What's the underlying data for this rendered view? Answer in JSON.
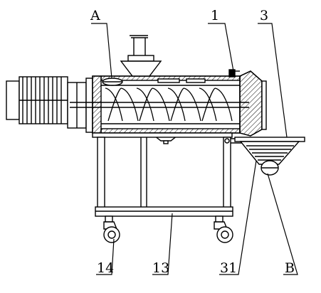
{
  "figure": {
    "labels": {
      "A": "A",
      "one": "1",
      "three": "3",
      "fourteen": "14",
      "thirteen": "13",
      "thirtyone": "31",
      "B": "B"
    }
  }
}
